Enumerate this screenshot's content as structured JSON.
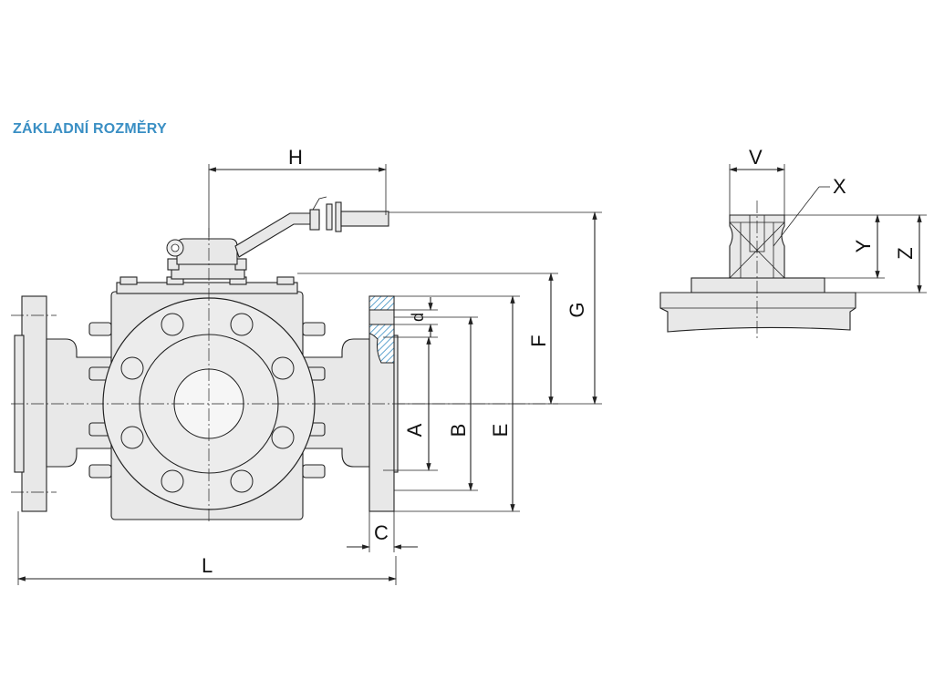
{
  "title": "ZÁKLADNÍ ROZMĚRY",
  "colors": {
    "title": "#3a8fc4",
    "line": "#222222",
    "hatch": "#3a8fc4",
    "body_fill": "#e8e8e8"
  },
  "labels": {
    "H": "H",
    "V": "V",
    "X": "X",
    "Y": "Y",
    "Z": "Z",
    "G": "G",
    "F": "F",
    "d": "d",
    "A": "A",
    "B": "B",
    "E": "E",
    "C": "C",
    "L": "L"
  }
}
